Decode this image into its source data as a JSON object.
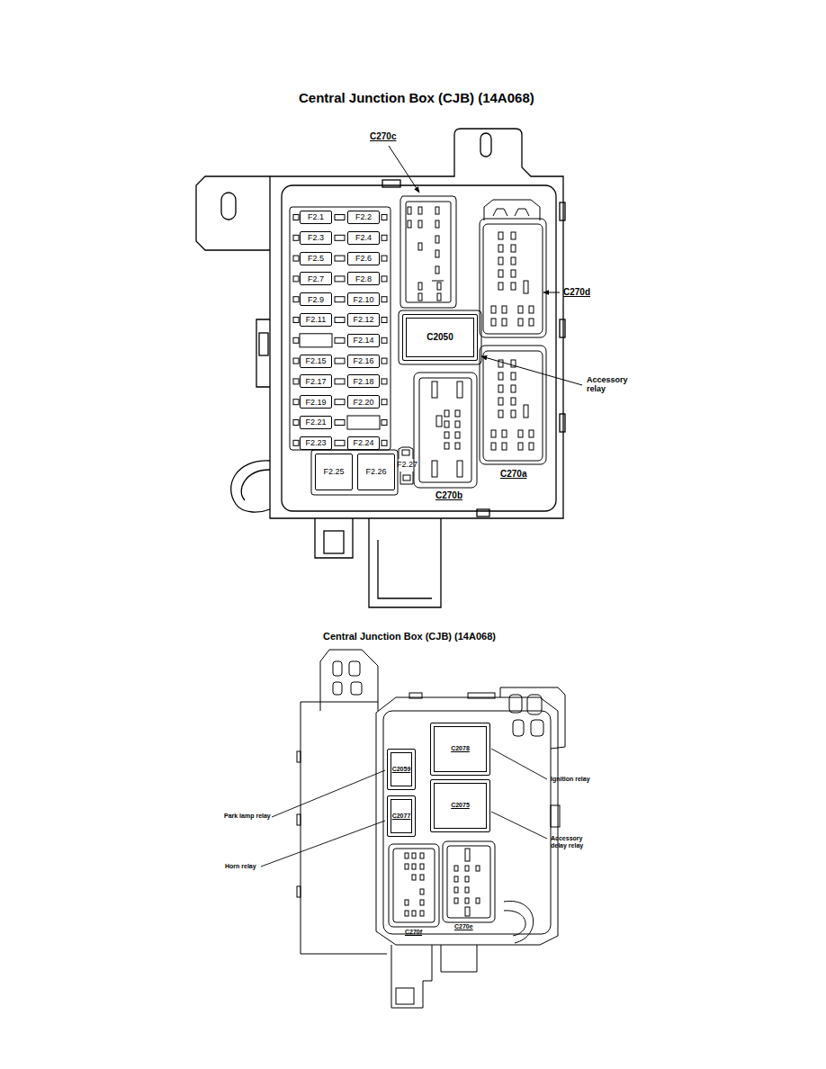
{
  "diagram": {
    "title": "Central Junction Box (CJB) (14A068)",
    "nodes": [
      {
        "text": [
          "F2.1"
        ]
      },
      {
        "text": [
          "F2.2"
        ]
      },
      {
        "text": [
          "F2.3"
        ]
      },
      {
        "text": [
          "F2.4"
        ]
      },
      {
        "text": [
          "F2.5"
        ]
      },
      {
        "text": [
          "F2.6"
        ]
      },
      {
        "text": [
          "F2.7"
        ]
      },
      {
        "text": [
          "F2.8"
        ]
      },
      {
        "text": [
          "F2.9"
        ]
      },
      {
        "text": [
          "F2.10"
        ]
      },
      {
        "text": [
          "F2.11"
        ]
      },
      {
        "text": [
          "F2.12"
        ]
      },
      {
        "text": [
          "F2.14"
        ]
      },
      {
        "text": [
          "F2.15"
        ]
      },
      {
        "text": [
          "F2.16"
        ]
      },
      {
        "text": [
          "F2.17"
        ]
      },
      {
        "text": [
          "F2.18"
        ]
      },
      {
        "text": [
          "F2.19"
        ]
      },
      {
        "text": [
          "F2.20"
        ]
      },
      {
        "text": [
          "F2.21"
        ]
      },
      {
        "text": [
          "F2.23"
        ]
      },
      {
        "text": [
          "F2.24"
        ]
      },
      {
        "text": [
          "C2050"
        ]
      },
      {
        "text": [
          "F2.25"
        ]
      },
      {
        "text": [
          "F2.26"
        ]
      },
      {
        "text": [
          "C2078"
        ]
      },
      {
        "text": [
          "C2059"
        ]
      },
      {
        "text": [
          "C2075"
        ]
      },
      {
        "text": [
          "C2077"
        ]
      }
    ],
    "labels": [
      "Central Junction Box (CJB) (14A068)",
      "C270c",
      "C270d",
      "Accessory relay",
      "C270a",
      "C270b",
      "F2.27",
      "Ignition relay",
      "Park lamp relay",
      "Horn relay",
      "Accessory delay relay",
      "C270f",
      "C270e"
    ]
  }
}
